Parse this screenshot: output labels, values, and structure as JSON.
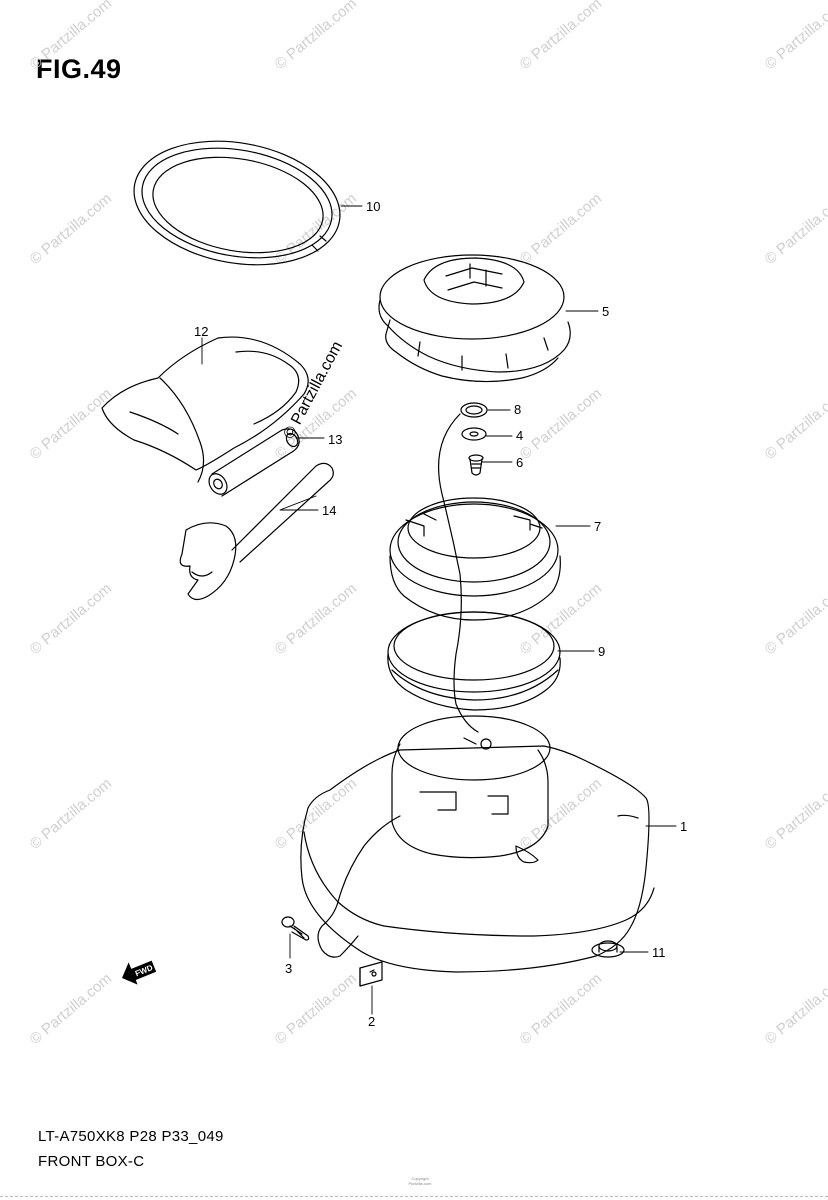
{
  "figure": {
    "title": "FIG.49",
    "model_code": "LT-A750XK8 P28 P33_049",
    "section_name": "FRONT BOX-C"
  },
  "watermark": {
    "text": "© Partzilla.com"
  },
  "center_stamp": {
    "text": "© Partzilla.com"
  },
  "fwd_arrow": {
    "label": "FWD"
  },
  "copyright": {
    "line1": "Copyright",
    "line2": "Partzilla.com"
  },
  "callouts": [
    {
      "id": "1",
      "label": "1"
    },
    {
      "id": "2",
      "label": "2"
    },
    {
      "id": "3",
      "label": "3"
    },
    {
      "id": "4",
      "label": "4"
    },
    {
      "id": "5",
      "label": "5"
    },
    {
      "id": "6",
      "label": "6"
    },
    {
      "id": "7",
      "label": "7"
    },
    {
      "id": "8",
      "label": "8"
    },
    {
      "id": "9",
      "label": "9"
    },
    {
      "id": "10",
      "label": "10"
    },
    {
      "id": "11",
      "label": "11"
    },
    {
      "id": "12",
      "label": "12"
    },
    {
      "id": "13",
      "label": "13"
    },
    {
      "id": "14",
      "label": "14"
    }
  ]
}
